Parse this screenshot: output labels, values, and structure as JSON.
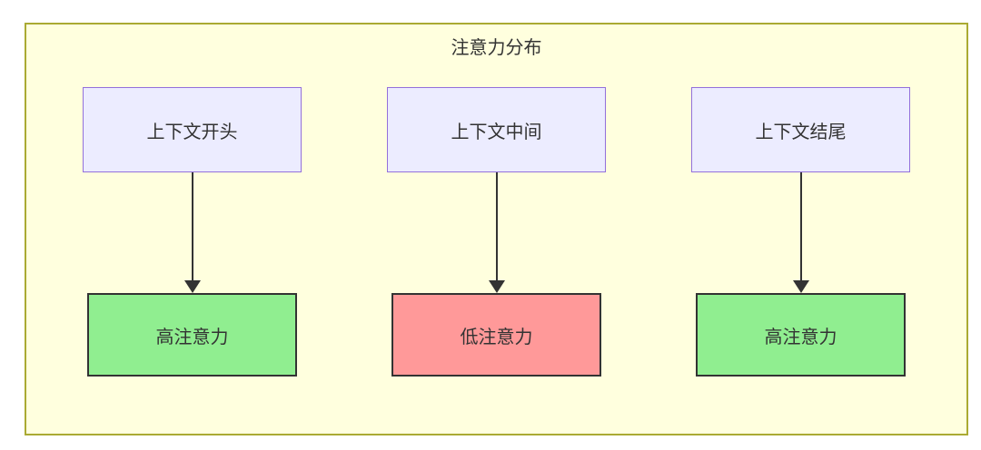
{
  "diagram": {
    "title": "注意力分布",
    "columns": [
      {
        "source": "上下文开头",
        "result": "高注意力",
        "level": "high"
      },
      {
        "source": "上下文中间",
        "result": "低注意力",
        "level": "low"
      },
      {
        "source": "上下文结尾",
        "result": "高注意力",
        "level": "high"
      }
    ],
    "colors": {
      "canvas_bg": "#ffffff",
      "container_bg": "#ffffde",
      "container_border": "#aaaa33",
      "source_node_bg": "#ececff",
      "source_node_border": "#9370db",
      "high_attention_bg": "#90ee90",
      "low_attention_bg": "#ff9999",
      "result_node_border": "#333333",
      "arrow": "#333333",
      "text": "#333333"
    }
  }
}
